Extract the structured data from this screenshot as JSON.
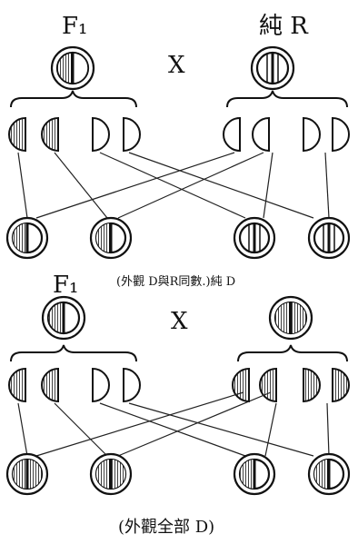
{
  "labels": {
    "f1_top": "F₁",
    "pure_r": "純 R",
    "cross_top": "X",
    "middle_caption": "(外觀 D與R同數.)純 D",
    "f1_bottom": "F₁",
    "cross_bottom": "X",
    "bottom_caption": "(外觀全部 D)"
  }
}
